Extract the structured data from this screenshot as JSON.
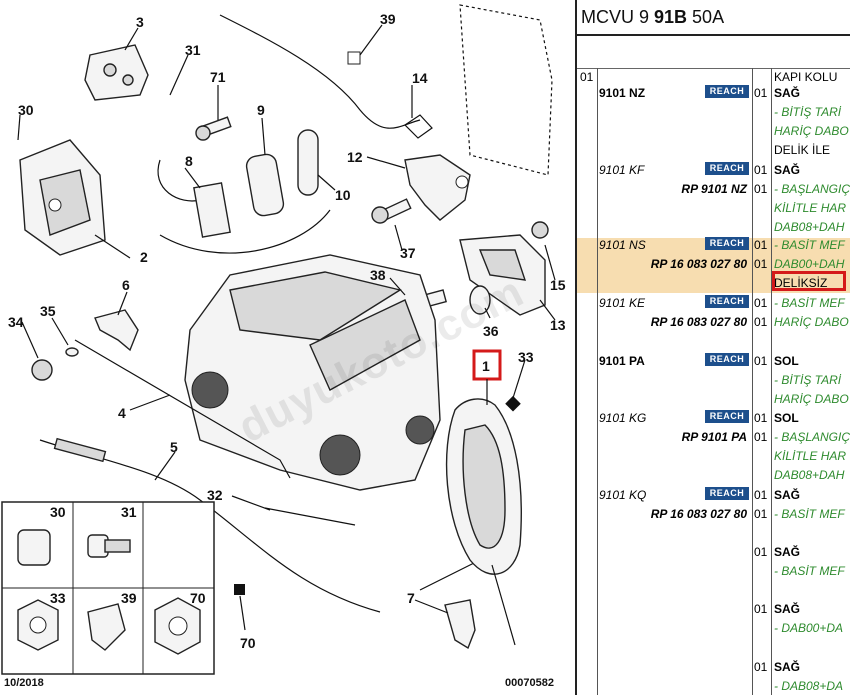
{
  "diagram": {
    "callouts": [
      "3",
      "31",
      "39",
      "14",
      "30",
      "71",
      "9",
      "12",
      "8",
      "10",
      "2",
      "37",
      "38",
      "15",
      "6",
      "35",
      "34",
      "13",
      "36",
      "4",
      "1",
      "33",
      "5",
      "32",
      "7",
      "70"
    ],
    "legend": [
      "30",
      "31",
      "33",
      "39",
      "70"
    ],
    "footer_left": "10/2018",
    "footer_right": "00070582",
    "watermark": "duyukoto.com"
  },
  "table": {
    "header_parts": [
      "MCVU 9 ",
      "91B",
      " 50A"
    ],
    "section_qty": "01",
    "section_title": "KAPI KOLU",
    "reach_label": "REACH",
    "rows": [
      {
        "ref": "9101 NZ",
        "ref_style": "b",
        "qty": "01",
        "desc": "SAĞ",
        "lines": [
          "- BİTİŞ TARİ",
          "HARİÇ DABO",
          "DELİK İLE"
        ]
      },
      {
        "ref": "9101 KF",
        "ref_style": "i",
        "qty": "01",
        "desc": "SAĞ",
        "alt": "RP 9101 NZ",
        "alt_qty": "01",
        "lines": [
          "- BAŞLANGIÇ",
          "KİLİTLE HAR",
          "DAB08+DAH"
        ]
      },
      {
        "ref": "9101 NS",
        "ref_style": "i",
        "qty": "01",
        "desc": "- BASİT MEF",
        "alt": "RP 16 083 027 80",
        "alt_qty": "01",
        "lines": [
          "DAB00+DAH",
          "DELİKSİZ"
        ]
      },
      {
        "ref": "9101 KE",
        "ref_style": "i",
        "qty": "01",
        "desc": "- BASİT MEF",
        "alt": "RP 16 083 027 80",
        "alt_qty": "01",
        "lines": [
          "HARİÇ DABO"
        ]
      },
      {
        "ref": "9101 PA",
        "ref_style": "b",
        "qty": "01",
        "desc": "SOL",
        "lines": [
          "- BİTİŞ TARİ",
          "HARİÇ DABO"
        ]
      },
      {
        "ref": "9101 KG",
        "ref_style": "i",
        "qty": "01",
        "desc": "SOL",
        "alt": "RP 9101 PA",
        "alt_qty": "01",
        "lines": [
          "- BAŞLANGIÇ",
          "KİLİTLE HAR",
          "DAB08+DAH"
        ]
      },
      {
        "ref": "9101 KQ",
        "ref_style": "i",
        "qty": "01",
        "desc": "SAĞ",
        "alt": "RP 16 083 027 80",
        "alt_qty": "01",
        "lines": [
          "- BASİT MEF"
        ]
      },
      {
        "qty": "01",
        "desc": "SAĞ",
        "lines": [
          "- BASİT MEF"
        ]
      },
      {
        "qty": "01",
        "desc": "SAĞ",
        "lines": [
          "- DAB00+DA"
        ]
      },
      {
        "qty": "01",
        "desc": "SAĞ",
        "lines": [
          "- DAB08+DA"
        ]
      }
    ]
  }
}
